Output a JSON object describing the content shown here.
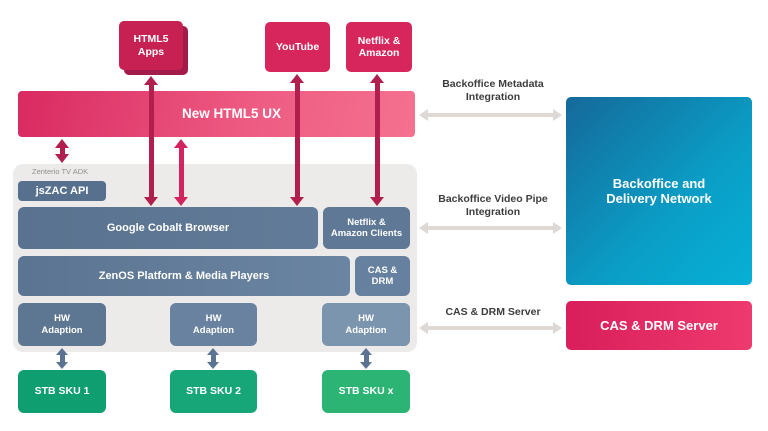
{
  "top_apps": {
    "html5_apps": "HTML5\nApps",
    "youtube": "YouTube",
    "netflix_amazon": "Netflix &\nAmazon"
  },
  "ux_bar": {
    "label": "New HTML5 UX"
  },
  "adk": {
    "label": "Zenterio TV ADK",
    "jszac": "jsZAC API",
    "cobalt": "Google Cobalt Browser",
    "netflix_clients": "Netflix &\nAmazon Clients",
    "zenos": "ZenOS Platform & Media Players",
    "cas_drm": "CAS &\nDRM",
    "hw1": "HW\nAdaption",
    "hw2": "HW\nAdaption",
    "hw3": "HW\nAdaption"
  },
  "stb": {
    "sku1": "STB SKU 1",
    "sku2": "STB SKU 2",
    "skux": "STB SKU x"
  },
  "right": {
    "metadata_integration": "Backoffice Metadata\nIntegration",
    "video_integration": "Backoffice Video Pipe\nIntegration",
    "cas_drm_label": "CAS & DRM Server",
    "backoffice_network": "Backoffice and\nDelivery Network",
    "cas_drm_server": "CAS & DRM Server"
  },
  "colors": {
    "crimson": "#c72154",
    "crimson_dark": "#a31b48",
    "pink": "#d7265c",
    "arrow_dark": "#b01f4e",
    "arrow_bright": "#d2255f",
    "slate": "#5b7492",
    "slate_arrow": "#5b7493",
    "gray_arrow": "#ded9d4",
    "green_sku1": "#0f9e6f",
    "green_sku2": "#16a677",
    "green_skux": "#2bb473",
    "teal_start": "#15699a",
    "teal_end": "#07b0d6"
  }
}
